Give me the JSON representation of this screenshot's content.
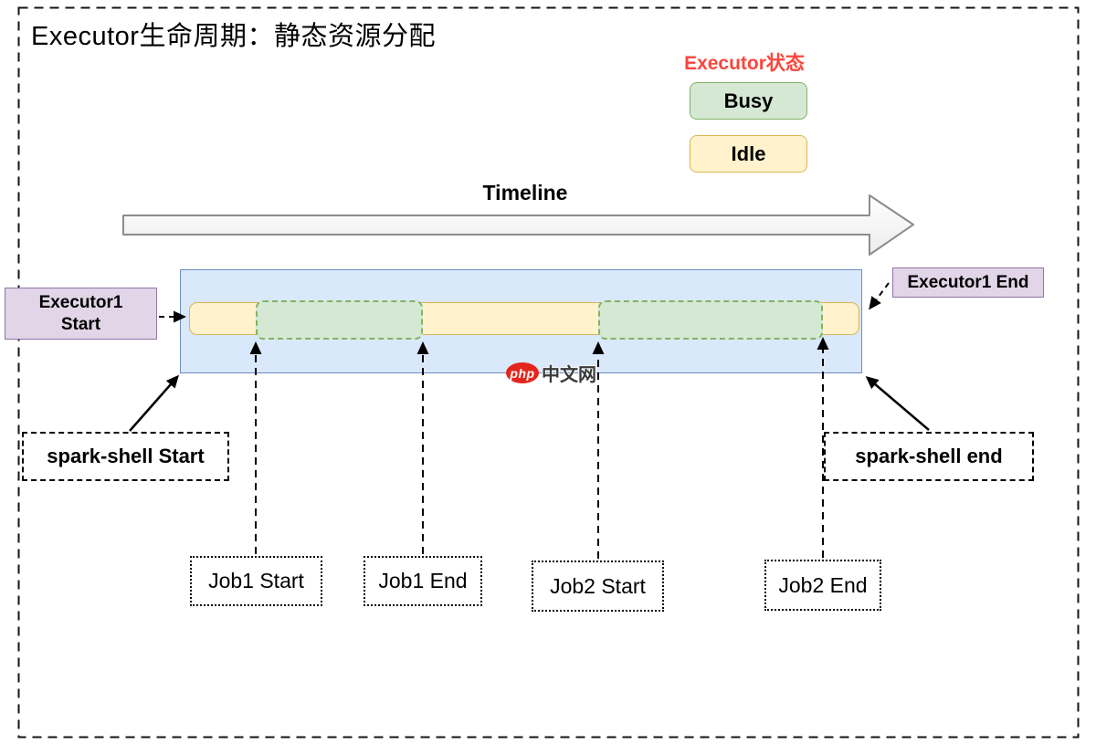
{
  "title": "Executor生命周期：静态资源分配",
  "legend": {
    "title": "Executor状态",
    "title_color": "#fa463c",
    "items": [
      {
        "label": "Busy",
        "fill": "#d5e8d4",
        "border": "#82b366"
      },
      {
        "label": "Idle",
        "fill": "#fff2cc",
        "border": "#d6b656"
      }
    ]
  },
  "timeline": {
    "label": "Timeline"
  },
  "executor": {
    "start_label": "Executor1 Start",
    "end_label": "Executor1 End",
    "lifetime_fill": "#dae8fc",
    "lifetime_border": "#6c8ebf",
    "idle_fill": "#fff2cc",
    "idle_border": "#d6b656",
    "busy_fill": "#d5e8d4",
    "busy_border": "#82b366",
    "label_fill": "#e1d5e7",
    "label_border": "#9673a6",
    "states": [
      {
        "state": "Idle",
        "from": "Executor1 Start",
        "to": "Job1 Start"
      },
      {
        "state": "Busy",
        "from": "Job1 Start",
        "to": "Job1 End"
      },
      {
        "state": "Idle",
        "from": "Job1 End",
        "to": "Job2 Start"
      },
      {
        "state": "Busy",
        "from": "Job2 Start",
        "to": "Job2 End"
      },
      {
        "state": "Idle",
        "from": "Job2 End",
        "to": "Executor1 End"
      }
    ]
  },
  "annotations": {
    "spark_shell_start": "spark-shell Start",
    "spark_shell_end": "spark-shell end",
    "jobs": [
      "Job1 Start",
      "Job1 End",
      "Job2 Start",
      "Job2 End"
    ]
  },
  "watermark": {
    "badge": "php",
    "text": "中文网",
    "badge_color": "#e3261d"
  }
}
